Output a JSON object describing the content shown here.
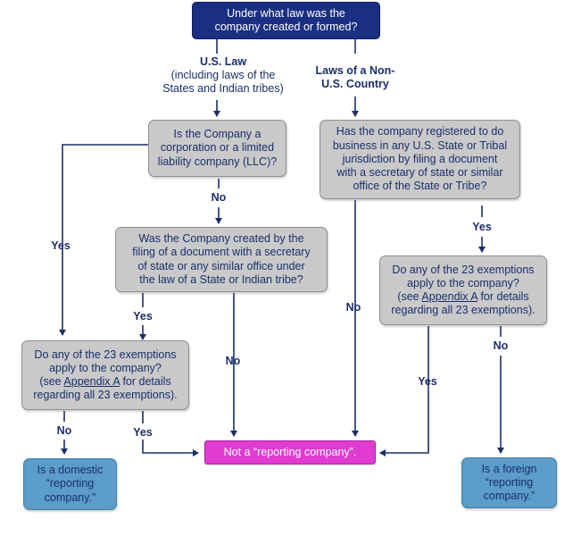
{
  "nodes": {
    "start": {
      "line1": "Under what law was the",
      "line2": "company created or formed?"
    },
    "q_corp": {
      "line1": "Is the Company a",
      "line2": "corporation or a limited",
      "line3": "liability company (LLC)?"
    },
    "q_registered": {
      "line1": "Has the company registered to do",
      "line2": "business in any U.S. State or Tribal",
      "line3": "jurisdiction by filing a document",
      "line4": "with a secretary of state or similar",
      "line5": "office of the State or Tribe?"
    },
    "q_created": {
      "line1": "Was the Company created by the",
      "line2": "filing of a document with a secretary",
      "line3": "of state or any similar office under",
      "line4": "the law of a State or Indian tribe?"
    },
    "q_exempt_foreign": {
      "line1": "Do any of the 23 exemptions",
      "line2": "apply to the company?",
      "line3_pre": "(see ",
      "line3_link": "Appendix A",
      "line3_post": " for details",
      "line4": "regarding all 23 exemptions)."
    },
    "q_exempt_domestic": {
      "line1": "Do any of the 23 exemptions",
      "line2": "apply to the company?",
      "line3_pre": "(see ",
      "line3_link": "Appendix A",
      "line3_post": " for details",
      "line4": "regarding all 23 exemptions)."
    },
    "not_reporting": {
      "text": "Not a “reporting company”."
    },
    "domestic": {
      "line1": "Is a domestic",
      "line2": "“reporting",
      "line3": "company.”"
    },
    "foreign": {
      "line1": "Is a foreign",
      "line2": "“reporting",
      "line3": "company.”"
    }
  },
  "labels": {
    "us_law": {
      "title": "U.S. Law",
      "sub1": "(including laws of the",
      "sub2": "States and Indian tribes)"
    },
    "non_us": {
      "line1": "Laws of a Non-",
      "line2": "U.S. Country"
    },
    "yes_left": "Yes",
    "no_corp": "No",
    "yes_created": "Yes",
    "no_created": "No",
    "no_registered": "No",
    "yes_registered": "Yes",
    "yes_exempt_foreign": "Yes",
    "no_exempt_foreign": "No",
    "no_exempt_domestic": "No",
    "yes_exempt_domestic": "Yes"
  },
  "colors": {
    "navy": "#1b2f82",
    "gray": "#c9c9c9",
    "magenta": "#e03cd3",
    "blue": "#5b9dc8",
    "text": "#1b2f6b"
  }
}
